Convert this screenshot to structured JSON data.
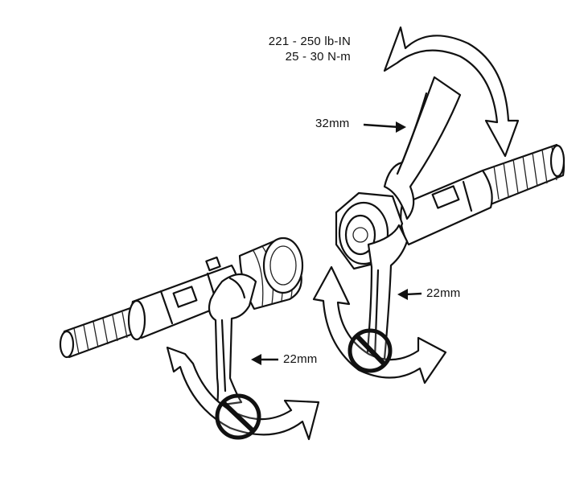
{
  "diagram": {
    "torque_label": {
      "line1": "221 - 250 lb-IN",
      "line2": "25 - 30 N-m"
    },
    "callouts": {
      "upper_wrench": "32mm",
      "right_lower_wrench": "22mm",
      "left_lower_wrench": "22mm"
    },
    "icons": [
      "prohibited-circle-icon",
      "prohibited-circle-icon",
      "curved-double-arrow-icon",
      "curved-double-arrow-icon",
      "curved-double-arrow-icon",
      "pointer-arrow-icon"
    ]
  }
}
